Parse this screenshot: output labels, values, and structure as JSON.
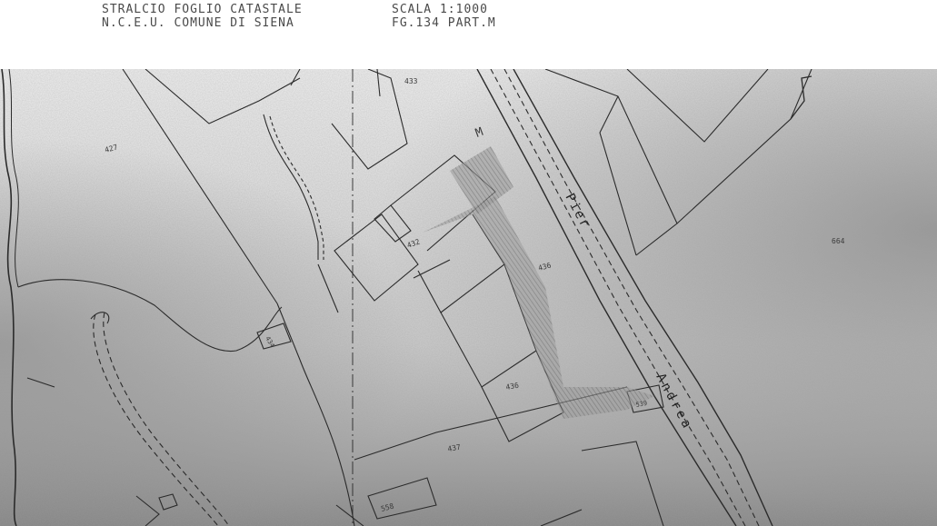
{
  "header": {
    "line1_left": "STRALCIO FOGLIO CATASTALE",
    "line2_left": "N.C.E.U. COMUNE DI SIENA",
    "line1_right": "SCALA 1:1000",
    "line2_right": "FG.134 PART.M"
  },
  "map": {
    "street_name_words": [
      "Pier",
      "Andrea"
    ],
    "parcel_marker": "M",
    "parcels": [
      "433",
      "427",
      "432",
      "436",
      "434",
      "436",
      "437",
      "664",
      "539",
      "558"
    ],
    "ink_color": "#2b2b2b",
    "shading_color": "#6e6e6e"
  }
}
